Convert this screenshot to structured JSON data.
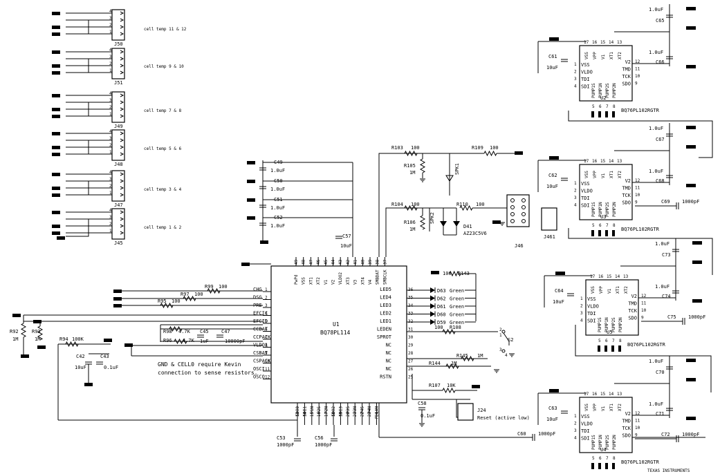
{
  "title": "",
  "u1": {
    "ref": "U1",
    "part": "BQ78PL114",
    "left_pins": [
      [
        "CHG",
        "1"
      ],
      [
        "DSG",
        "2"
      ],
      [
        "PRE",
        "3"
      ],
      [
        "EFCIC",
        "4"
      ],
      [
        "EFCID",
        "5"
      ],
      [
        "CCBAT",
        "6"
      ],
      [
        "CCPACK",
        "7"
      ],
      [
        "VLDO1",
        "8"
      ],
      [
        "CSBAT",
        "9"
      ],
      [
        "CSPACK",
        "10"
      ],
      [
        "OSCI",
        "11"
      ],
      [
        "OSCO",
        "12"
      ]
    ],
    "right_pins": [
      [
        "LED5",
        "36"
      ],
      [
        "LED4",
        "35"
      ],
      [
        "LED3",
        "34"
      ],
      [
        "LED2",
        "33"
      ],
      [
        "LED1",
        "32"
      ],
      [
        "LEDEN",
        "31"
      ],
      [
        "SPROT",
        "30"
      ],
      [
        "NC",
        "29"
      ],
      [
        "NC",
        "28"
      ],
      [
        "NC",
        "27"
      ],
      [
        "NC",
        "26"
      ],
      [
        "RSTN",
        "25"
      ]
    ],
    "top_pins": [
      [
        "PwPd",
        "49"
      ],
      [
        "VSS",
        "48"
      ],
      [
        "XT1",
        "47"
      ],
      [
        "XT2",
        "46"
      ],
      [
        "V1",
        "45"
      ],
      [
        "V2",
        "44"
      ],
      [
        "VLDO2",
        "43"
      ],
      [
        "XT3",
        "42"
      ],
      [
        "V3",
        "41"
      ],
      [
        "XT4",
        "40"
      ],
      [
        "V4",
        "39"
      ],
      [
        "SMBDAT",
        "38"
      ],
      [
        "SMBCLK",
        "37"
      ]
    ],
    "bottom_pins": [
      [
        "SDO0",
        "13"
      ],
      [
        "SDI1",
        "14"
      ],
      [
        "P1N",
        "15"
      ],
      [
        "P2S",
        "16"
      ],
      [
        "P2N",
        "17"
      ],
      [
        "SDO2",
        "18"
      ],
      [
        "SDI3",
        "19"
      ],
      [
        "P3S",
        "20"
      ],
      [
        "P3N",
        "21"
      ],
      [
        "P4S",
        "22"
      ],
      [
        "P4N",
        "23"
      ],
      [
        "P-LAN",
        "24"
      ]
    ]
  },
  "sub_ics": [
    {
      "ref": "U2",
      "part": "BQ76PL102RGTR"
    },
    {
      "ref": "U3",
      "part": "BQ76PL102RGTR"
    },
    {
      "ref": "U5",
      "part": "BQ76PL102RGTR"
    },
    {
      "ref": "U4",
      "part": "BQ76PL102RGTR"
    }
  ],
  "sub_pins": {
    "top": [
      [
        "VSS",
        "17"
      ],
      [
        "VPP",
        "16"
      ],
      [
        "V1",
        "15"
      ],
      [
        "XT1",
        "14"
      ],
      [
        "XT2",
        "13"
      ]
    ],
    "left": [
      [
        "VSS",
        "1"
      ],
      [
        "VLDO",
        "2"
      ],
      [
        "TDI",
        "3"
      ],
      [
        "SDI",
        "4"
      ]
    ],
    "right": [
      [
        "V2",
        "12"
      ],
      [
        "TMD",
        "11"
      ],
      [
        "TCK",
        "10"
      ],
      [
        "SDO",
        "9"
      ]
    ],
    "bottom": [
      [
        "PUMP1S",
        "5"
      ],
      [
        "PUMP1N",
        "6"
      ],
      [
        "PUMP2S",
        "7"
      ],
      [
        "PUMP2N",
        "8"
      ]
    ]
  },
  "headers": [
    {
      "ref": "J50",
      "note": "cell temp 11 & 12"
    },
    {
      "ref": "J51",
      "note": "cell temp 9 & 10"
    },
    {
      "ref": "J49",
      "note": "cell temp 7 & 8"
    },
    {
      "ref": "J48",
      "note": "cell temp 5 & 6"
    },
    {
      "ref": "J47",
      "note": "cell temp 3 & 4"
    },
    {
      "ref": "J45",
      "note": "cell temp 1 & 2"
    }
  ],
  "header_pins": [
    "4",
    "3",
    "2",
    "1"
  ],
  "caps_stack": [
    {
      "ref": "C49",
      "val": "1.0uF"
    },
    {
      "ref": "C50",
      "val": "1.0uF"
    },
    {
      "ref": "C51",
      "val": "1.0uF"
    },
    {
      "ref": "C52",
      "val": "1.0uF"
    }
  ],
  "c57": {
    "ref": "C57",
    "val": "10uF"
  },
  "leds": [
    {
      "ref": "D63",
      "color": "Green"
    },
    {
      "ref": "D62",
      "color": "Green"
    },
    {
      "ref": "D61",
      "color": "Green"
    },
    {
      "ref": "D60",
      "color": "Green"
    },
    {
      "ref": "D59",
      "color": "Green"
    }
  ],
  "r143": {
    "ref": "R143",
    "val": "100"
  },
  "resistors": {
    "r99": {
      "ref": "R99",
      "val": "100"
    },
    "r97": {
      "ref": "R97",
      "val": "100"
    },
    "r95": {
      "ref": "R95",
      "val": "100"
    },
    "r98": {
      "ref": "R98",
      "val": "4.7K"
    },
    "r96": {
      "ref": "R96",
      "val": "4.7K"
    },
    "r92": {
      "ref": "R92",
      "val": "1M"
    },
    "r93": {
      "ref": "R93",
      "val": "1M"
    },
    "r94": {
      "ref": "R94",
      "val": "100K"
    },
    "r103": {
      "ref": "R103",
      "val": "100"
    },
    "r109": {
      "ref": "R109",
      "val": "100"
    },
    "r105": {
      "ref": "R105",
      "val": "1M"
    },
    "r104": {
      "ref": "R104",
      "val": "100"
    },
    "r110": {
      "ref": "R110",
      "val": "100"
    },
    "r106": {
      "ref": "R106",
      "val": "1M"
    },
    "r108": {
      "ref": "R108",
      "val": "100"
    },
    "r145": {
      "ref": "R145",
      "val": "1M"
    },
    "r144": {
      "ref": "R144",
      "val": "1M"
    },
    "r107": {
      "ref": "R107",
      "val": "10K"
    }
  },
  "caps_misc": {
    "c45": {
      "ref": "C45",
      "val": "1uF"
    },
    "c47": {
      "ref": "C47",
      "val": "10000pF"
    },
    "c42": {
      "ref": "C42",
      "val": "10uF"
    },
    "c43": {
      "ref": "C43",
      "val": "0.1uF"
    },
    "c53": {
      "ref": "C53",
      "val": "1000pF"
    },
    "c56": {
      "ref": "C56",
      "val": "1000pF"
    },
    "c58": {
      "ref": "C58",
      "val": "0.1uF"
    },
    "c60": {
      "ref": "C60",
      "val": "1000pF"
    },
    "c65": {
      "ref": "C65",
      "val": "1.0uF"
    },
    "c66": {
      "ref": "C66",
      "val": "1.0uF"
    },
    "c61": {
      "ref": "C61",
      "val": "10uF"
    },
    "c67": {
      "ref": "C67",
      "val": "1.0uF"
    },
    "c68": {
      "ref": "C68",
      "val": "1.0uF"
    },
    "c62": {
      "ref": "C62",
      "val": "10uF"
    },
    "c69": {
      "ref": "C69",
      "val": "1000pF"
    },
    "c73": {
      "ref": "C73",
      "val": "1.0uF"
    },
    "c74": {
      "ref": "C74",
      "val": "1.0uF"
    },
    "c64": {
      "ref": "C64",
      "val": "10uF"
    },
    "c75": {
      "ref": "C75",
      "val": "1000pF"
    },
    "c70": {
      "ref": "C70",
      "val": "1.0uF"
    },
    "c71": {
      "ref": "C71",
      "val": "1.0uF"
    },
    "c63": {
      "ref": "C63",
      "val": "10uF"
    },
    "c72": {
      "ref": "C72",
      "val": "1000pF"
    }
  },
  "spk1": "SPK1",
  "spk2": "SPK2",
  "d41": {
    "ref": "D41",
    "val": "AZ23C5V6"
  },
  "j46": "J46",
  "j461": "J461",
  "s2": {
    "ref": "S2",
    "pins": [
      "2",
      "1",
      "3",
      "4"
    ]
  },
  "j24": {
    "ref": "J24",
    "note": "Reset (active low)"
  },
  "kelvin_note": [
    "GND & CELL0 require Kevin",
    "connection to sense resistors."
  ],
  "brand": "TEXAS INSTRUMENTS",
  "colors": {
    "wire": "#000000",
    "background": "#ffffff"
  }
}
